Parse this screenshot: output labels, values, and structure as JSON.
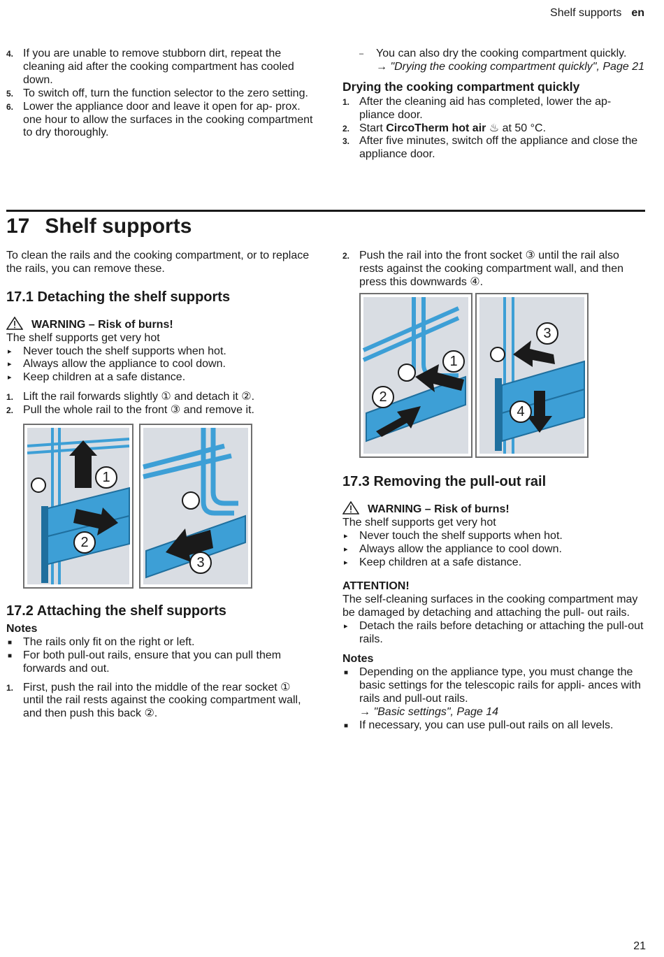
{
  "header": {
    "section": "Shelf supports",
    "lang": "en"
  },
  "top_left": {
    "steps": [
      {
        "num": "4.",
        "text": "If you are unable to remove stubborn dirt, repeat the cleaning aid after the cooking compartment has cooled down."
      },
      {
        "num": "5.",
        "text": "To switch off, turn the function selector to the zero setting."
      },
      {
        "num": "6.",
        "text": "Lower the appliance door and leave it open for ap- prox. one hour to allow the surfaces in the cooking compartment to dry thoroughly."
      }
    ]
  },
  "top_right": {
    "dash_text": "You can also dry the cooking compartment quickly.",
    "dash_bullet": "–",
    "dash_ref": "→ \"Drying the cooking compartment quickly\", Page 21",
    "heading": "Drying the cooking compartment quickly",
    "steps": [
      {
        "num": "1.",
        "text": "After the cleaning aid has completed, lower the ap- pliance door."
      },
      {
        "num": "2.",
        "pre": "Start ",
        "bold": "CircoTherm hot air",
        "post": " ♨ at 50 °C."
      },
      {
        "num": "3.",
        "text": "After five minutes, switch off the appliance and close the appliance door."
      }
    ]
  },
  "chapter": {
    "number": "17",
    "title": "Shelf supports",
    "intro": "To clean the rails and the cooking compartment, or to replace the rails, you can remove these."
  },
  "sec_17_1": {
    "title": "17.1 Detaching the shelf supports",
    "warning_title": "WARNING – Risk of burns!",
    "warning_text": "The shelf supports get very hot",
    "bullet_glyph": "▸",
    "bullets": [
      "Never touch the shelf supports when hot.",
      "Always allow the appliance to cool down.",
      "Keep children at a safe distance."
    ],
    "steps": [
      {
        "num": "1.",
        "text": "Lift the rail forwards slightly ① and detach it ②."
      },
      {
        "num": "2.",
        "text": "Pull the whole rail to the front ③ and remove it."
      }
    ],
    "figure_labels": [
      "1",
      "2",
      "3"
    ]
  },
  "sec_17_2": {
    "title": "17.2 Attaching the shelf supports",
    "notes_title": "Notes",
    "square_glyph": "■",
    "notes": [
      "The rails only fit on the right or left.",
      "For both pull-out rails, ensure that you can pull them forwards and out."
    ],
    "steps": [
      {
        "num": "1.",
        "text": "First, push the rail into the middle of the rear socket ① until the rail rests against the cooking compartment wall, and then push this back ②."
      },
      {
        "num": "2.",
        "text": "Push the rail into the front socket ③ until the rail also rests against the cooking compartment wall, and then press this downwards ④."
      }
    ],
    "figure_labels": [
      "1",
      "2",
      "3",
      "4"
    ]
  },
  "sec_17_3": {
    "title": "17.3 Removing the pull-out rail",
    "warning_title": "WARNING – Risk of burns!",
    "warning_text": "The shelf supports get very hot",
    "bullets": [
      "Never touch the shelf supports when hot.",
      "Always allow the appliance to cool down.",
      "Keep children at a safe distance."
    ],
    "attention_title": "ATTENTION!",
    "attention_text": "The self-cleaning surfaces in the cooking compartment may be damaged by detaching and attaching the pull- out rails.",
    "attention_bullet": "Detach the rails before detaching or attaching the pull-out rails.",
    "notes_title": "Notes",
    "notes": [
      {
        "text": "Depending on the appliance type, you must change the basic settings for the telescopic rails for appli- ances with rails and pull-out rails.",
        "ref": "→ \"Basic settings\", Page 14"
      },
      {
        "text": "If necessary, you can use pull-out rails on all levels."
      }
    ]
  },
  "colors": {
    "rail_blue": "#3d9fd6",
    "rail_dark": "#1f6f9e",
    "bg_grey": "#d9dde3",
    "rule": "#1a1a1a"
  },
  "page_number": "21"
}
